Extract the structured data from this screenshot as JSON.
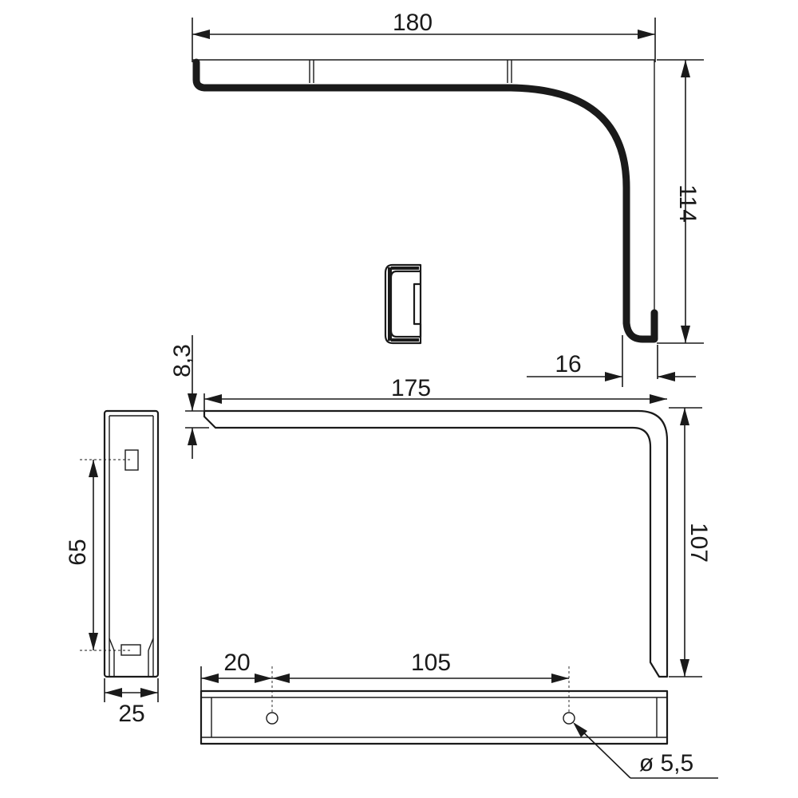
{
  "dimensions": {
    "top_width": "180",
    "top_height": "114",
    "profile_wall": "16",
    "thickness": "8,3",
    "bottom_width": "175",
    "bottom_height": "107",
    "slot_spacing": "65",
    "plate_width": "25",
    "hole_offset": "20",
    "hole_spacing": "105",
    "hole_diameter": "ø 5,5"
  }
}
